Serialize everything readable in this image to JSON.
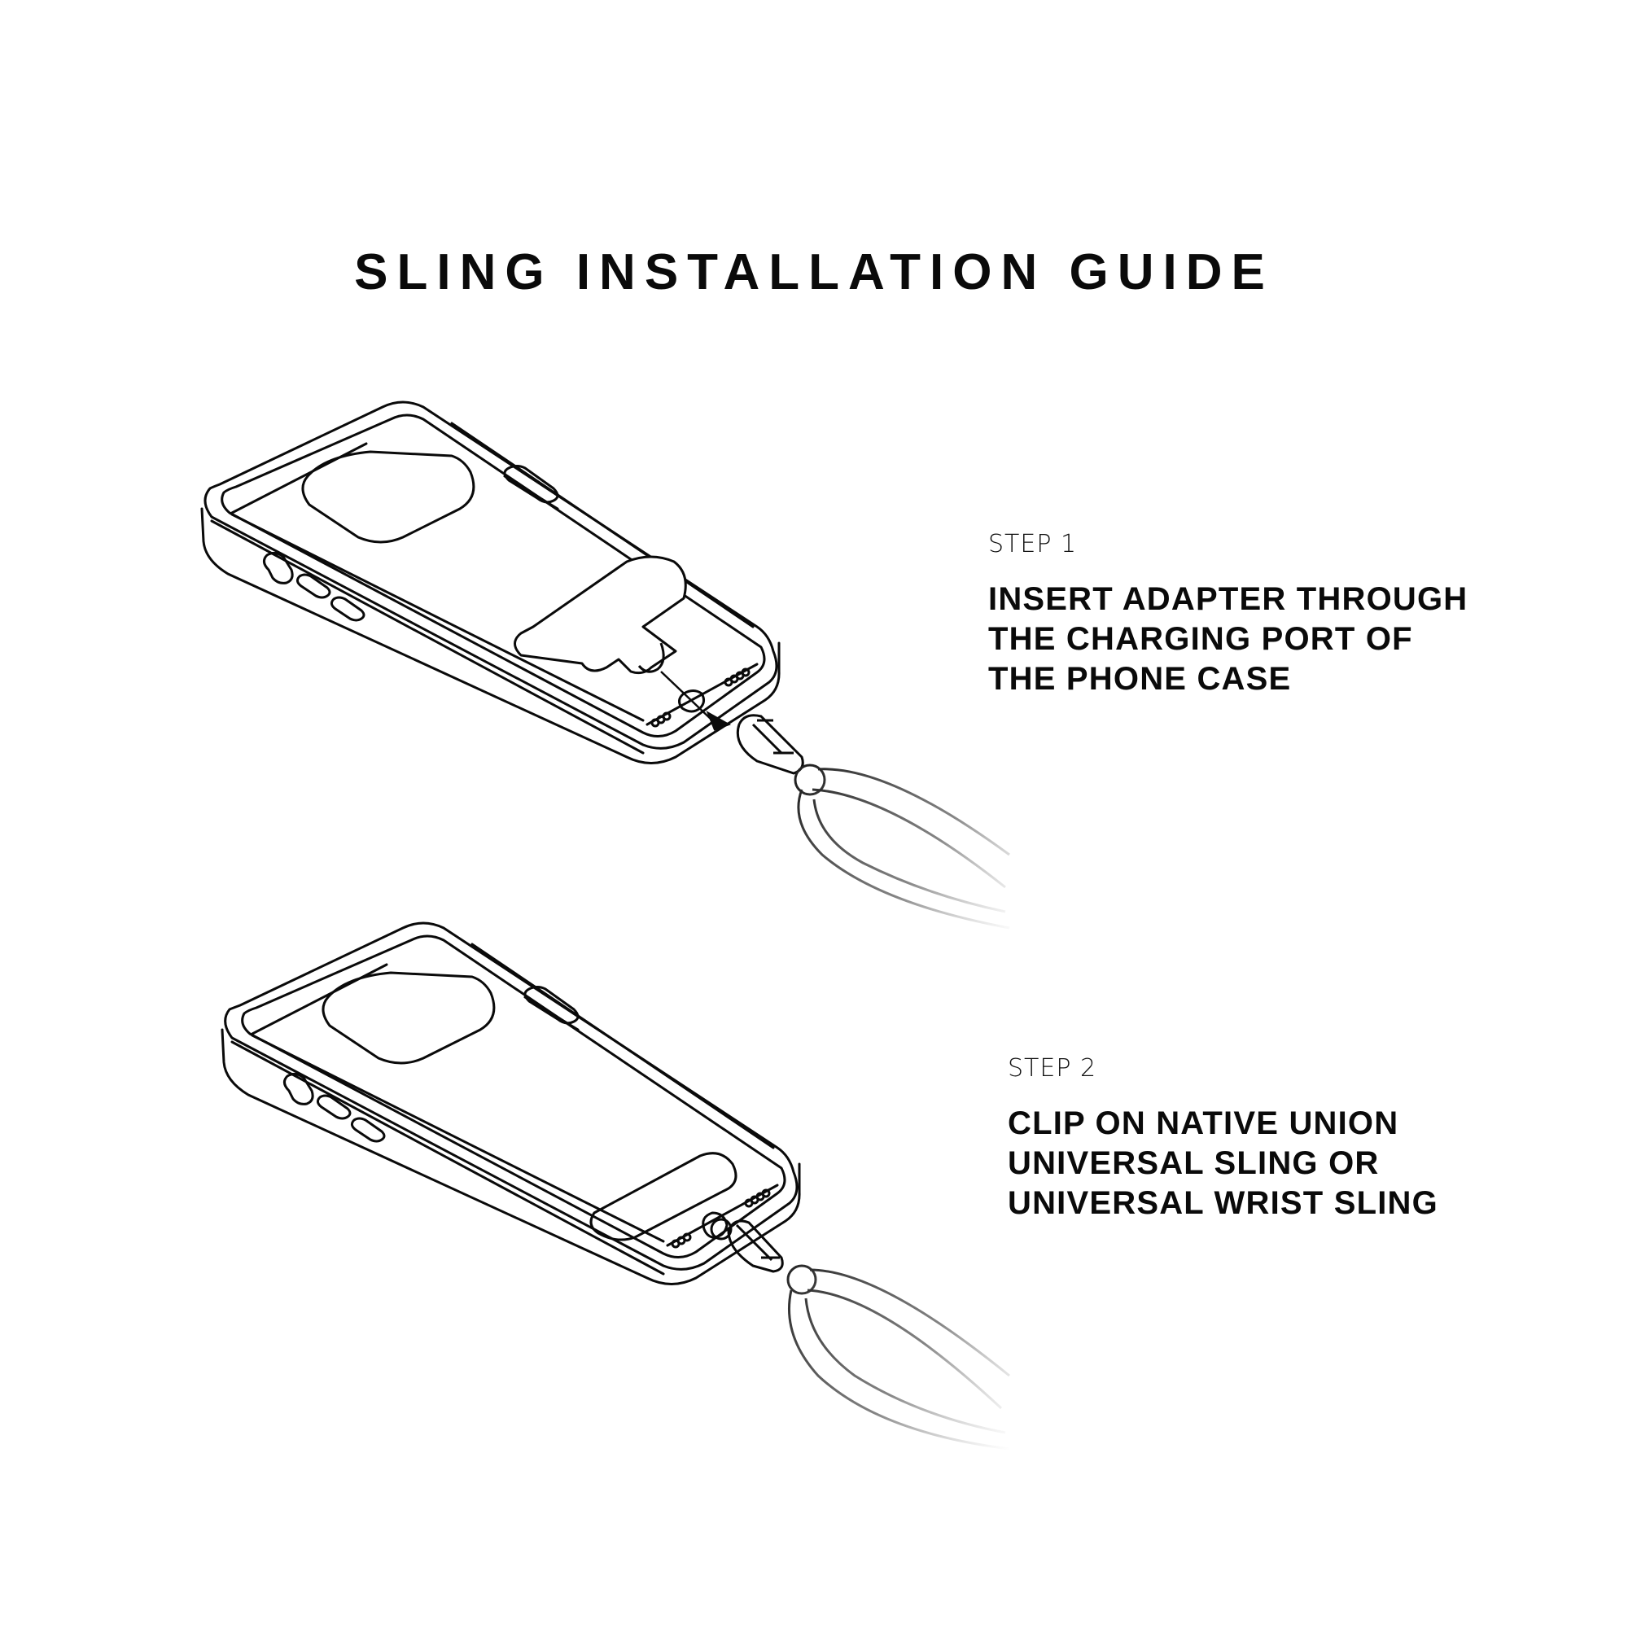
{
  "title": "SLING INSTALLATION GUIDE",
  "steps": [
    {
      "label": "STEP 1",
      "lines": [
        "INSERT ADAPTER THROUGH",
        "THE CHARGING PORT OF",
        "THE PHONE CASE"
      ]
    },
    {
      "label": "STEP 2",
      "lines": [
        "CLIP ON NATIVE UNION",
        "UNIVERSAL SLING OR",
        "UNIVERSAL WRIST SLING"
      ]
    }
  ],
  "illustrations": [
    {
      "name": "phone-case-with-adapter-inserting",
      "icon": "phone-case-icon"
    },
    {
      "name": "phone-case-with-sling-clipped",
      "icon": "phone-case-icon"
    }
  ],
  "colors": {
    "background": "#ffffff",
    "ink": "#0a0a0a",
    "strap_fade": "#9a9a9a"
  }
}
